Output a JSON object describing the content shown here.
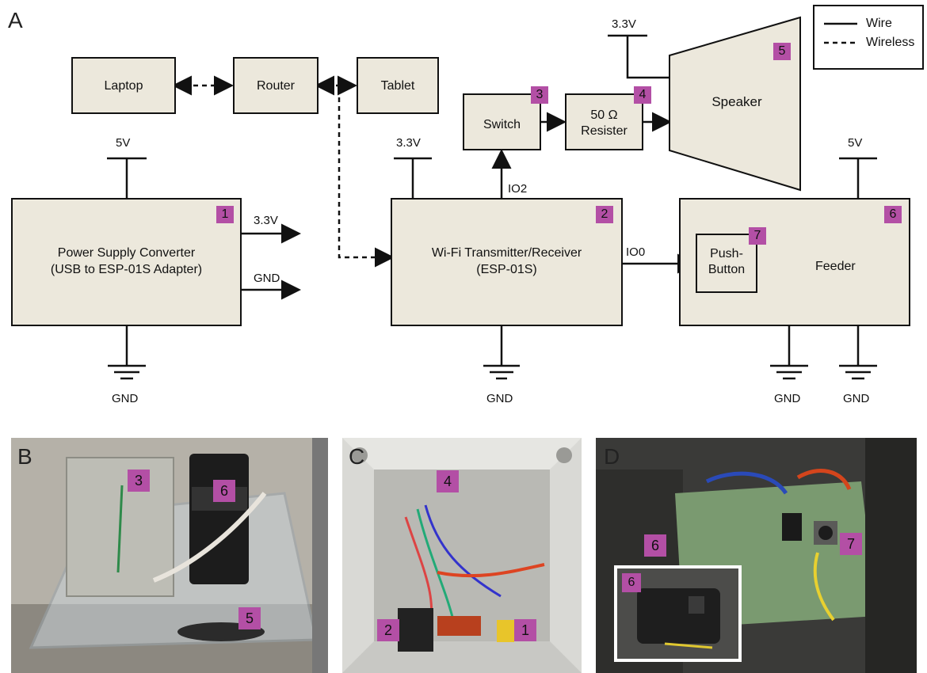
{
  "panels": {
    "a": "A",
    "b": "B",
    "c": "C",
    "d": "D"
  },
  "legend": {
    "wire": "Wire",
    "wireless": "Wireless"
  },
  "nodes": {
    "laptop": "Laptop",
    "router": "Router",
    "tablet": "Tablet",
    "switch": "Switch",
    "resister_1": "50 Ω",
    "resister_2": "Resister",
    "speaker": "Speaker",
    "power_1": "Power Supply Converter",
    "power_2": "(USB to ESP-01S Adapter)",
    "wifi_1": "Wi-Fi Transmitter/Receiver",
    "wifi_2": "(ESP-01S)",
    "feeder": "Feeder",
    "push_1": "Push-",
    "push_2": "Button"
  },
  "badges": {
    "n1": "1",
    "n2": "2",
    "n3": "3",
    "n4": "4",
    "n5": "5",
    "n6": "6",
    "n7": "7"
  },
  "labels": {
    "v5": "5V",
    "v33": "3.3V",
    "gnd": "GND",
    "io2": "IO2",
    "io0": "IO0"
  },
  "colors": {
    "box_fill": "#ece8dc",
    "badge": "#b34fa5",
    "line": "#111111"
  }
}
